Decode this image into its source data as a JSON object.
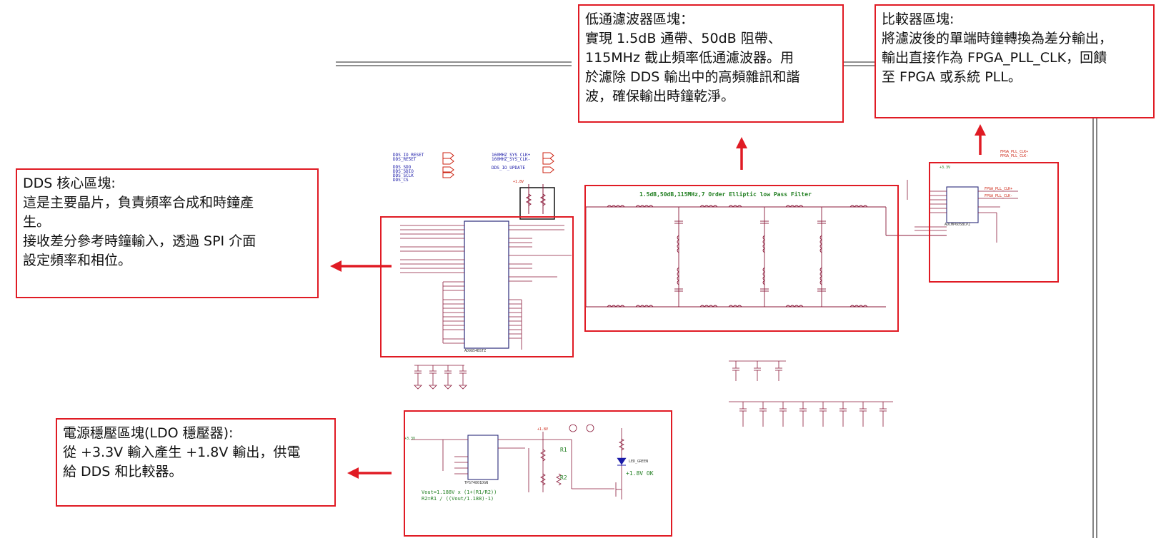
{
  "callouts": {
    "lpf": {
      "title": "低通濾波器區塊：",
      "body": "實現 1.5dB 通帶、50dB 阻帶、\n115MHz 截止頻率低通濾波器。用\n於濾除 DDS 輸出中的高頻雜訊和諧\n波，確保輸出時鐘乾淨。"
    },
    "comp": {
      "title": "比較器區塊:",
      "body": "將濾波後的單端時鐘轉換為差分輸出，\n輸出直接作為 FPGA_PLL_CLK，回饋\n至 FPGA 或系統 PLL。"
    },
    "dds": {
      "title": "DDS 核心區塊:",
      "body": "這是主要晶片，負責頻率合成和時鐘產\n生。\n接收差分參考時鐘輸入，透過 SPI 介面\n設定頻率和相位。"
    },
    "ldo": {
      "title": "電源穩壓區塊(LDO 穩壓器):",
      "body": "從 +3.3V 輸入產生 +1.8V 輸出，供電\n給 DDS 和比較器。"
    }
  },
  "schematic": {
    "filter_title": "1.5dB,50dB,115MHz,7 Order Elliptic low Pass Filter",
    "ldo_eq1": "Vout=1.188V x (1+(R1/R2))",
    "ldo_eq2": "R2=R1 / ((Vout/1.188)-1)",
    "led_label": "+1.8V OK",
    "r1": "R1",
    "r2": "R2",
    "dds_chip": "AD9854BSTZ",
    "ldo_chip": "TPS74801DGN",
    "comp_chip": "ADCMP605BCPZ",
    "led_part": "LED_GREEN",
    "pwr_33": "+3.3V",
    "pwr_18": "+1.8V",
    "net_fpga_p": "FPGA_PLL_CLK+",
    "net_fpga_n": "FPGA_PLL_CLK-",
    "net_sys_p": "160MHZ_SYS_CLK+",
    "net_sys_n": "160MHZ_SYS_CLK-",
    "net_io_update": "DDS_IO_UPDATE",
    "net_io_reset": "DDS_IO_RESET",
    "net_reset": "DDS_RESET",
    "net_sdo": "DDS_SDO",
    "net_sdio": "DDS_SDIO",
    "net_sclk": "DDS_SCLK",
    "net_cs": "DDS_CS"
  },
  "colors": {
    "accent": "#e01b24",
    "wire": "#8b1a3a",
    "net": "#1a1aa8",
    "label": "#1e7d1e"
  }
}
